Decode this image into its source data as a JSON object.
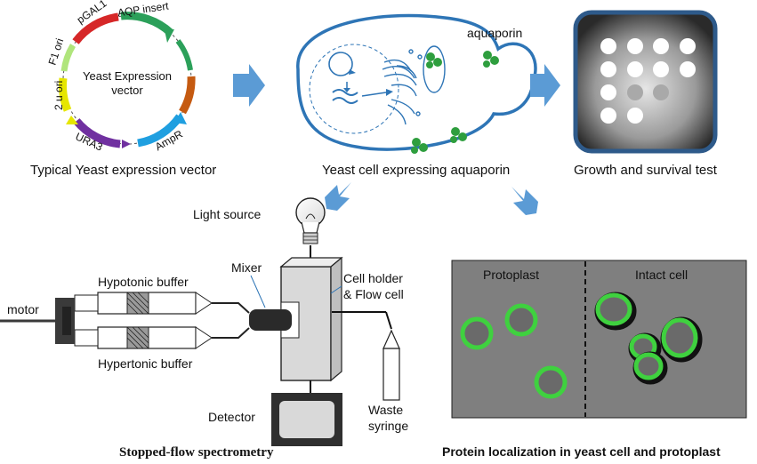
{
  "plasmid": {
    "center_label_line1": "Yeast Expression",
    "center_label_line2": "vector",
    "segments": [
      "pGAL1",
      "AQP insert",
      "F1 ori",
      "2 u ori",
      "URA3",
      "AmpR"
    ],
    "caption": "Typical Yeast expression vector"
  },
  "yeast_cell": {
    "protein_label": "aquaporin",
    "caption": "Yeast cell expressing aquaporin"
  },
  "growth_test": {
    "caption": "Growth and survival test"
  },
  "stopped_flow": {
    "light_source": "Light source",
    "mixer": "Mixer",
    "cell_holder_line1": "Cell holder",
    "cell_holder_line2": "& Flow cell",
    "hypotonic": "Hypotonic buffer",
    "hypertonic": "Hypertonic buffer",
    "motor": "motor",
    "detector": "Detector",
    "waste_line1": "Waste",
    "waste_line2": "syringe",
    "caption": "Stopped-flow spectrometry"
  },
  "localization": {
    "left_label": "Protoplast",
    "right_label": "Intact cell",
    "caption": "Protein localization in yeast cell and protoplast"
  },
  "colors": {
    "arrow": "#5b9bd5",
    "cell_outline": "#2e75b6",
    "plate_border": "#2e5a8a",
    "gfp_green": "#3fd13f",
    "micro_bg": "#7f7f7f"
  }
}
